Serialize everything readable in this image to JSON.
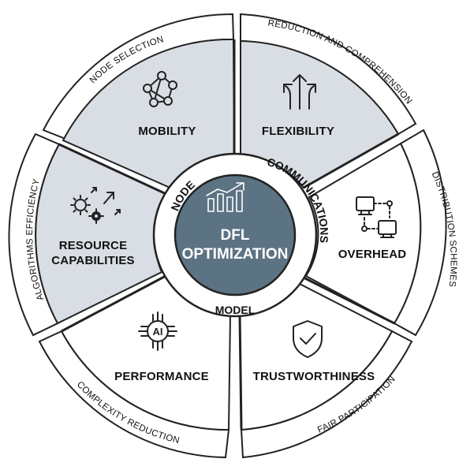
{
  "center": {
    "line1": "DFL",
    "line2": "OPTIMIZATION",
    "fill": "#5c7384"
  },
  "ring": {
    "node": "NODE",
    "communications": "COMMUNICATIONS",
    "model": "MODEL"
  },
  "segments": [
    {
      "line1": "MOBILITY",
      "icon": "network-graph-icon",
      "shaded": true
    },
    {
      "line1": "FLEXIBILITY",
      "icon": "branching-arrows-icon",
      "shaded": true
    },
    {
      "line1": "OVERHEAD",
      "icon": "connected-monitors-icon",
      "shaded": false
    },
    {
      "line1": "TRUSTWORTHINESS",
      "icon": "shield-check-icon",
      "shaded": false
    },
    {
      "line1": "PERFORMANCE",
      "icon": "ai-chip-icon",
      "shaded": false
    },
    {
      "line1": "RESOURCE",
      "line2": "CAPABILITIES",
      "icon": "gears-arrows-icon",
      "shaded": true
    }
  ],
  "outer": {
    "node_selection": "NODE SELECTION",
    "reduction": "REDUCTION AND COMPREHENSION",
    "distribution": "DISTRIBUTION SCHEMES",
    "fair": "FAIR PARTICIPATION",
    "complexity": "COMPLEXITY REDUCTION",
    "algorithms": "ALGORITHMS EFFICIENCY"
  },
  "colors": {
    "shaded": "#d9dee5",
    "plain": "#ffffff",
    "stroke": "#222222",
    "center": "#5c7384"
  }
}
